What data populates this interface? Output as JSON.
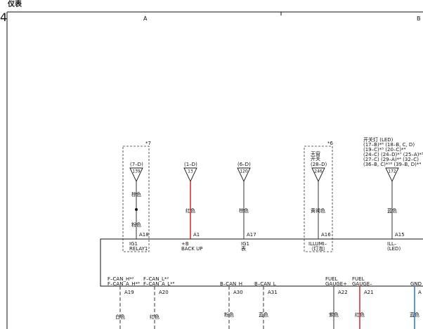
{
  "header": {
    "title": "仪表",
    "sheet_no": "4",
    "zone_a": "A",
    "zone_b": "B"
  },
  "connectors": [
    {
      "id": "ig1-relay",
      "ref": "(7–D)",
      "num": "139",
      "color": "棕色",
      "color2": "粉色",
      "pin": "A18",
      "func1": "IG1",
      "func2": "RELAY1",
      "note": "*7",
      "wire": "#444444"
    },
    {
      "id": "b-backup",
      "ref": "(1–D)",
      "num": "13",
      "color": "红色",
      "pin": "A1",
      "func1": "+B",
      "func2": "BACK UP",
      "wire": "#d01818"
    },
    {
      "id": "ig1-meter",
      "ref": "(6–D)",
      "num": "120",
      "color": "棕色",
      "pin": "A17",
      "func1": "IG1",
      "func2": "表",
      "wire": "#444444"
    },
    {
      "id": "illumi",
      "ref": "(28–D)",
      "num": "246",
      "color": "黄褐色",
      "pin": "A16",
      "func1": "ILLUMI–",
      "func2": "（灯泡）",
      "note": "*6",
      "top1": "天窗",
      "top2": "开关",
      "wire": "#444444"
    },
    {
      "id": "ill-led",
      "num": "172",
      "color": "蓝色",
      "pin": "A15",
      "func1": "ILL–",
      "func2": "(LED)",
      "refs": [
        "开关灯 (LED)",
        "(17–B)*⁶ (18–B, C, D)",
        "(19–C)*⁵ (20–C)*⁴",
        "(24–C) (24–D)*⁷ (25–A)*³⁷",
        "(27–C) (29–A)*⁴ (32–C)",
        "(36–B, C)*¹⁶ (39–B, D)*⁴"
      ],
      "wire": "#444444"
    }
  ],
  "bottom_pins": [
    {
      "id": "fcan-h",
      "l1": "F–CAN_H*²",
      "l2": "F–CAN_A_H*⁶",
      "pin": "A19",
      "color": "白色"
    },
    {
      "id": "fcan-l",
      "l1": "F–CAN_L*²",
      "l2": "F–CAN_A_L*⁶",
      "pin": "A20",
      "color": "红色"
    },
    {
      "id": "bcan-h",
      "l1": "B–CAN_H",
      "pin": "A30",
      "color": "粉色"
    },
    {
      "id": "bcan-l",
      "l1": "B–CAN_L",
      "pin": "A31",
      "color": "蓝色"
    },
    {
      "id": "fuel-plus",
      "l1": "FUEL",
      "l2": "GAUGE+",
      "pin": "A22",
      "color": "紫色"
    },
    {
      "id": "fuel-minus",
      "l1": "FUEL",
      "l2": "GAUGE–",
      "pin": "A21",
      "color": "红色"
    },
    {
      "id": "gnd",
      "l1": "GND",
      "pin": "A",
      "color": "蓝色"
    }
  ]
}
